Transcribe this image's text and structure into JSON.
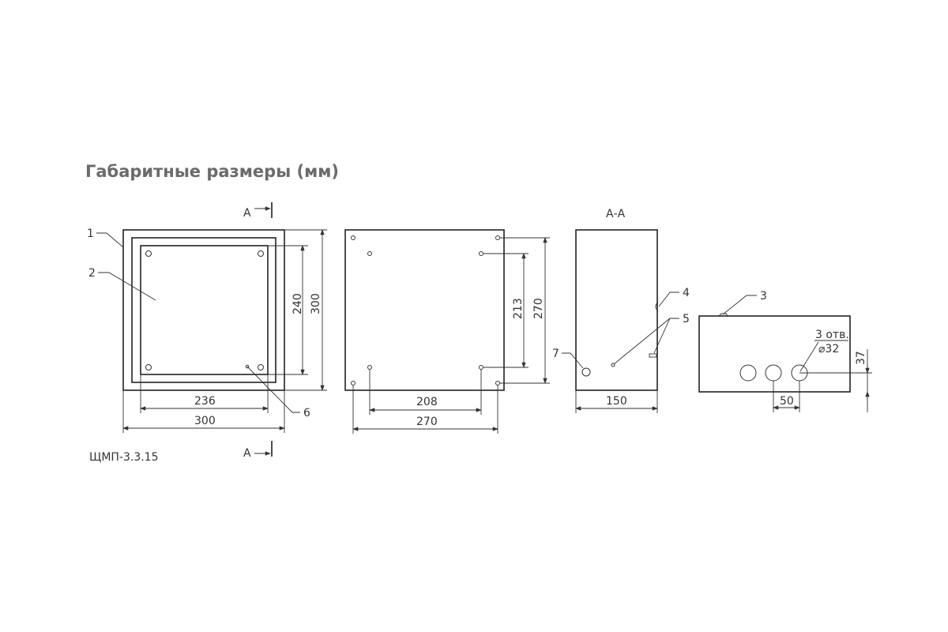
{
  "title": "Габаритные размеры (мм)",
  "model": "ЩМП-3.3.15",
  "section_marker": "А",
  "section_title": "А-А",
  "front_view": {
    "height_inner": "240",
    "height_outer": "300",
    "width_inner": "236",
    "width_outer": "300"
  },
  "back_view": {
    "height_inner": "213",
    "height_outer": "270",
    "width_inner": "208",
    "width_outer": "270"
  },
  "side_view": {
    "depth": "150"
  },
  "bottom_view": {
    "holes_label": "3 отв.",
    "hole_diameter": "⌀32",
    "hole_pitch": "50",
    "hole_height": "37"
  },
  "callouts": [
    "1",
    "2",
    "3",
    "4",
    "5",
    "6",
    "7"
  ]
}
